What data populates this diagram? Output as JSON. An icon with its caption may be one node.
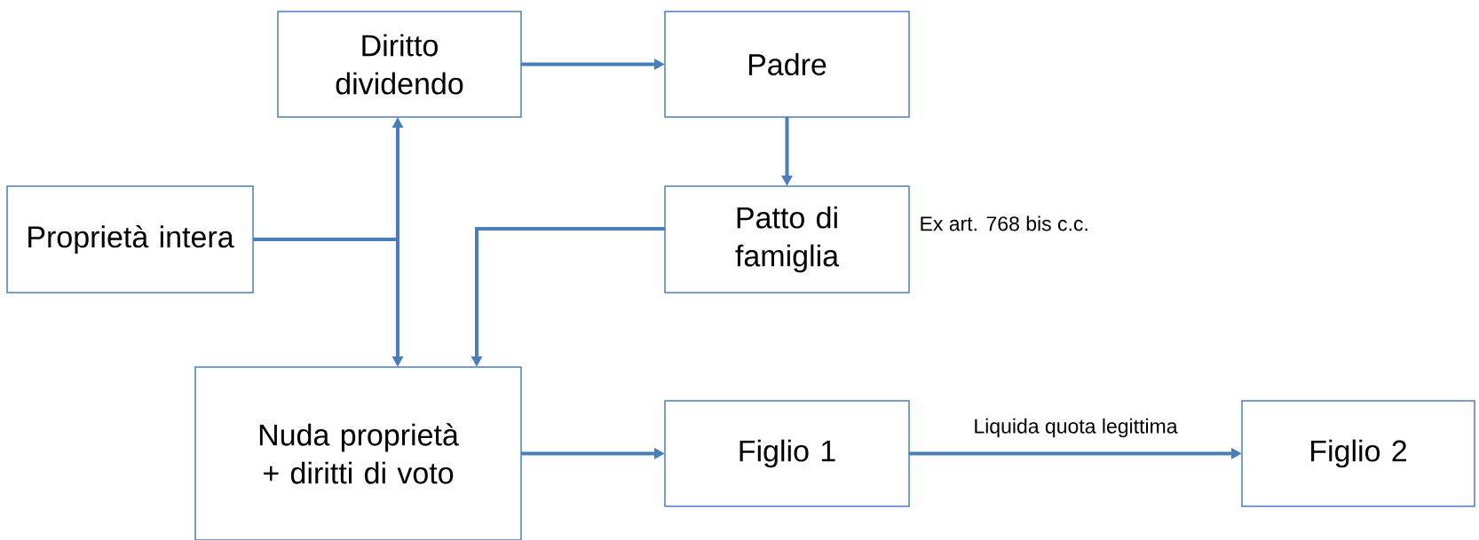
{
  "diagram": {
    "nodes": [
      {
        "text": [
          "Diritto dividendo"
        ]
      },
      {
        "text": [
          "Padre"
        ]
      },
      {
        "text": [
          "Proprietà intera"
        ]
      },
      {
        "text": [
          "Patto di famiglia"
        ],
        "beside": [
          "Ex art. 768 bis c.c."
        ]
      },
      {
        "text": [
          "Nuda proprietà + diritti di voto"
        ]
      },
      {
        "text": [
          "Figlio 1"
        ]
      },
      {
        "text": [
          "Figlio 2"
        ]
      }
    ],
    "edges": [
      {
        "from": 0,
        "to": 1,
        "arrow": "to"
      },
      {
        "from": 1,
        "to": 3,
        "arrow": "to"
      },
      {
        "from": 2,
        "to": 0,
        "arrow": "to"
      },
      {
        "from": 2,
        "to": 4,
        "arrow": "to"
      },
      {
        "from": 3,
        "to": 4,
        "arrow": "to"
      },
      {
        "from": 4,
        "to": 5,
        "arrow": "to"
      },
      {
        "from": 5,
        "to": 6,
        "arrow": "to",
        "label": "Liquida quota legittima"
      }
    ]
  }
}
